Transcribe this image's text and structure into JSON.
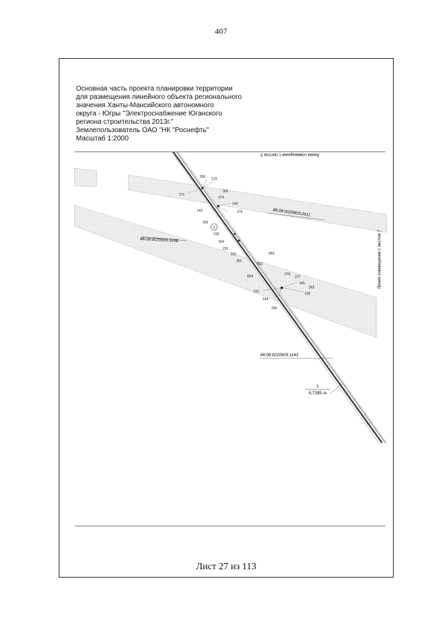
{
  "page": {
    "number": "407"
  },
  "title": {
    "lines": [
      "Основная часть проекта планировки территории",
      "для размещения линейного объекта регионального",
      "значения Ханты-Мансийского автономного",
      "округа - Югры \"Электроснабжение Юганского",
      "региона строительства 2013г.\"",
      "Землепользователь ОАО \"НК \"Роснефть\"",
      "Масштаб 1:2000"
    ]
  },
  "map": {
    "matchline_top": "Линия совмещения с листом 5",
    "matchline_right": "Линия совмещения с листом 7",
    "parcels": [
      "86:08:0020903:2411",
      "86:08:0020903:3398",
      "86:08:0020903:1143"
    ],
    "point_labels": [
      "306",
      "170",
      "305",
      "274",
      "142",
      "143",
      "275",
      "156",
      "155",
      "154",
      "153",
      "152",
      "351",
      "853",
      "852",
      "854",
      "276",
      "277",
      "145",
      "265",
      "150",
      "151",
      "144",
      "266",
      "171"
    ],
    "circle_marker": "1",
    "area_number": "1",
    "area_value": "6,7285 га"
  },
  "footer": {
    "sheet_label": "Лист 27 из 113"
  }
}
